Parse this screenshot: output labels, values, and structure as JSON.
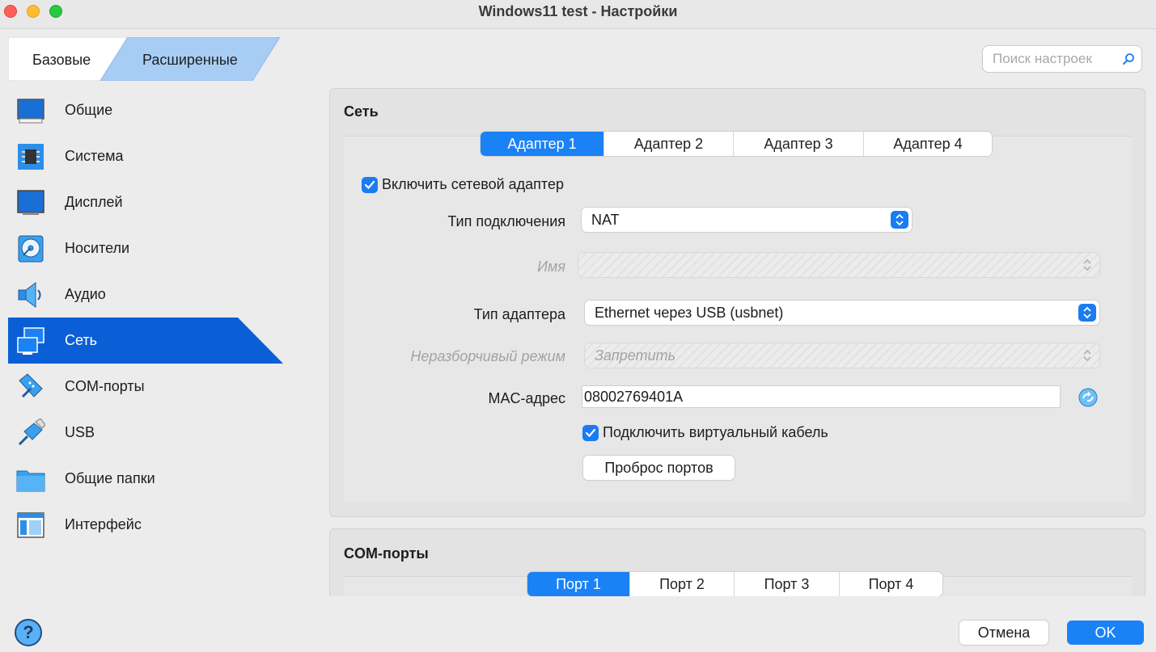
{
  "window": {
    "title": "Windows11 test - Настройки"
  },
  "mode": {
    "basic": "Базовые",
    "advanced": "Расширенные"
  },
  "search": {
    "placeholder": "Поиск настроек"
  },
  "sidebar": {
    "items": [
      {
        "label": "Общие",
        "icon": "general-icon"
      },
      {
        "label": "Система",
        "icon": "system-chip-icon"
      },
      {
        "label": "Дисплей",
        "icon": "display-icon"
      },
      {
        "label": "Носители",
        "icon": "storage-disc-icon"
      },
      {
        "label": "Аудио",
        "icon": "audio-speaker-icon"
      },
      {
        "label": "Сеть",
        "icon": "network-icon",
        "active": true
      },
      {
        "label": "COM-порты",
        "icon": "com-port-icon"
      },
      {
        "label": "USB",
        "icon": "usb-icon"
      },
      {
        "label": "Общие папки",
        "icon": "shared-folder-icon"
      },
      {
        "label": "Интерфейс",
        "icon": "interface-icon"
      }
    ]
  },
  "network": {
    "title": "Сеть",
    "tabs": [
      "Адаптер 1",
      "Адаптер 2",
      "Адаптер 3",
      "Адаптер 4"
    ],
    "active_tab": 0,
    "enable_adapter_label": "Включить сетевой адаптер",
    "attached_to_label": "Тип подключения",
    "attached_to_value": "NAT",
    "name_label": "Имя",
    "name_value": "",
    "adapter_type_label": "Тип адаптера",
    "adapter_type_value": "Ethernet через USB (usbnet)",
    "promiscuous_label": "Неразборчивый режим",
    "promiscuous_value": "Запретить",
    "mac_label": "MAC-адрес",
    "mac_value": "08002769401A",
    "cable_label": "Подключить виртуальный кабель",
    "port_forwarding_label": "Проброс портов"
  },
  "com_ports": {
    "title": "COM-порты",
    "tabs": [
      "Порт 1",
      "Порт 2",
      "Порт 3",
      "Порт 4"
    ],
    "active_tab": 0
  },
  "footer": {
    "help": "?",
    "cancel": "Отмена",
    "ok": "OK"
  },
  "colors": {
    "accent": "#1a82f5",
    "sidebar_active": "#0a5fd6"
  }
}
